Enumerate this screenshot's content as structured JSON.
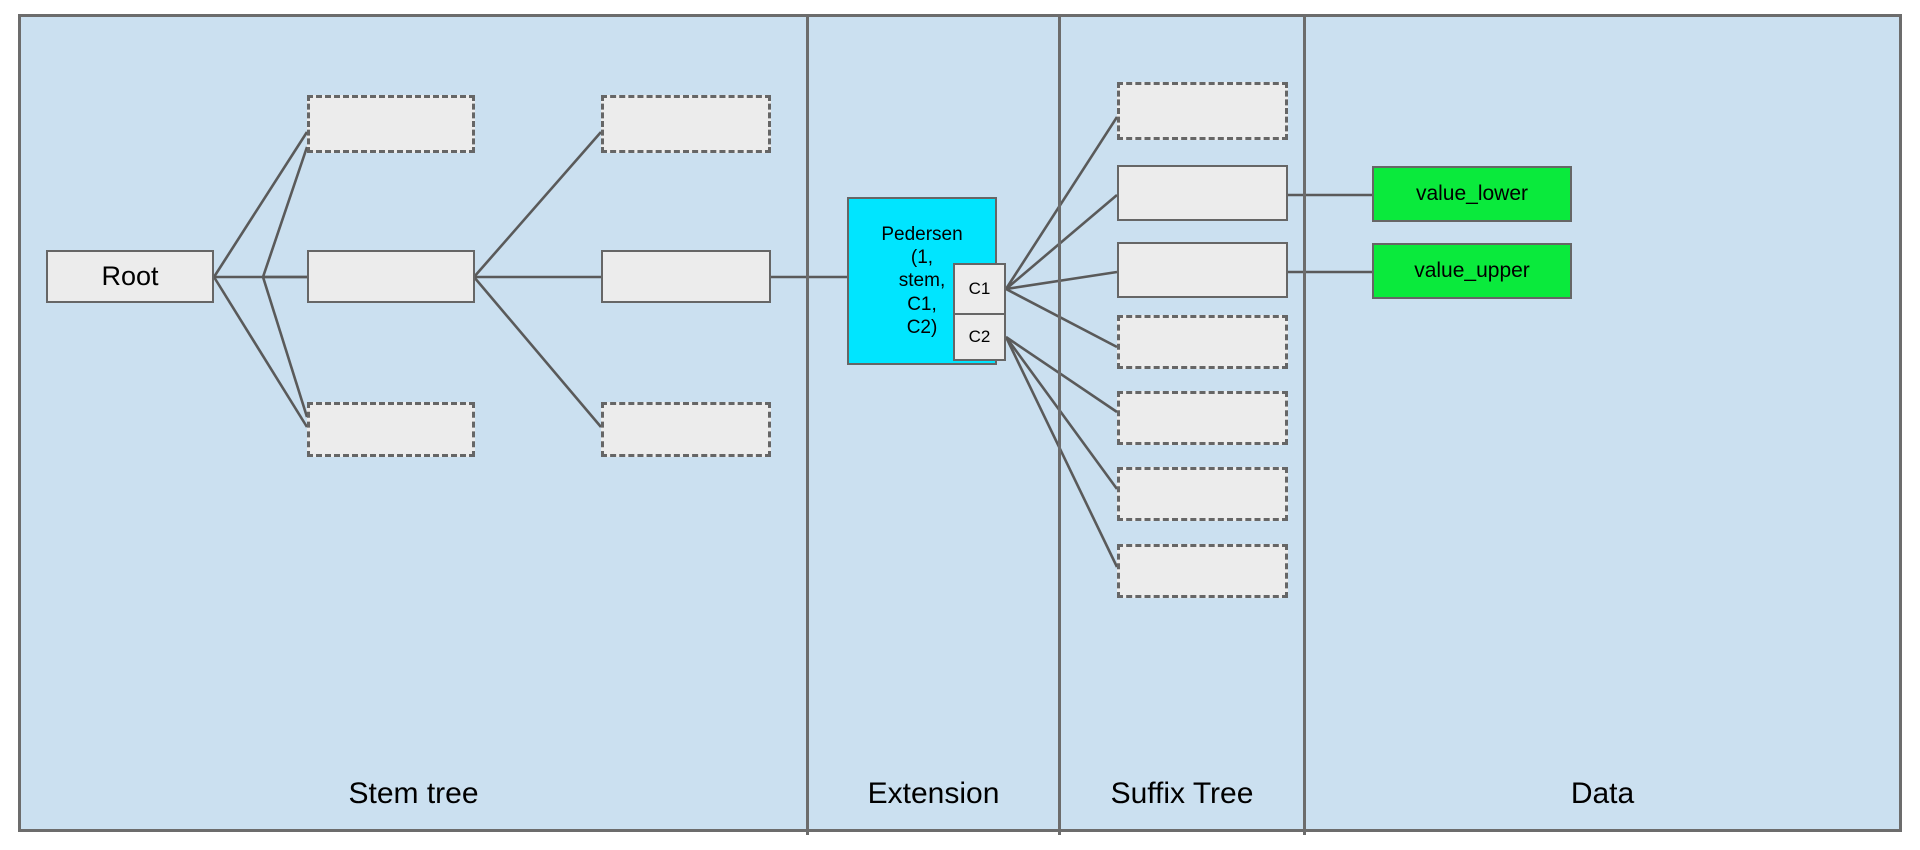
{
  "diagram": {
    "title": "Verkle / stem-suffix tree structure",
    "background_color": "#cbe0f0",
    "node_fill": "#ececec",
    "node_stroke": "#666666",
    "pedersen_color": "#00e5ff",
    "data_color": "#0aea3c"
  },
  "lanes": [
    {
      "id": "stem-tree",
      "label": "Stem tree"
    },
    {
      "id": "extension",
      "label": "Extension"
    },
    {
      "id": "suffix-tree",
      "label": "Suffix Tree"
    },
    {
      "id": "data",
      "label": "Data"
    }
  ],
  "stem_tree": {
    "root": {
      "label": "Root"
    },
    "nodes": [
      {
        "id": "l1-top",
        "label": "",
        "style": "dashed"
      },
      {
        "id": "l1-mid",
        "label": "",
        "style": "solid"
      },
      {
        "id": "l1-bottom",
        "label": "",
        "style": "dashed"
      },
      {
        "id": "l2-top",
        "label": "",
        "style": "dashed"
      },
      {
        "id": "l2-mid",
        "label": "",
        "style": "solid"
      },
      {
        "id": "l2-bottom",
        "label": "",
        "style": "dashed"
      }
    ]
  },
  "extension": {
    "pedersen": {
      "label": "Pedersen\n(1,\nstem,\nC1,\nC2)",
      "lines": [
        "Pedersen",
        "(1,",
        "stem,",
        "C1,",
        "C2)"
      ]
    },
    "commitments": [
      {
        "id": "c1",
        "label": "C1"
      },
      {
        "id": "c2",
        "label": "C2"
      }
    ]
  },
  "suffix_tree": {
    "nodes": [
      {
        "id": "s1",
        "label": "",
        "style": "dashed",
        "parent": "c1"
      },
      {
        "id": "s2",
        "label": "",
        "style": "solid",
        "parent": "c1"
      },
      {
        "id": "s3",
        "label": "",
        "style": "solid",
        "parent": "c1"
      },
      {
        "id": "s4",
        "label": "",
        "style": "dashed",
        "parent": "c1"
      },
      {
        "id": "s5",
        "label": "",
        "style": "dashed",
        "parent": "c2"
      },
      {
        "id": "s6",
        "label": "",
        "style": "dashed",
        "parent": "c2"
      },
      {
        "id": "s7",
        "label": "",
        "style": "dashed",
        "parent": "c2"
      }
    ]
  },
  "data": {
    "nodes": [
      {
        "id": "value-lower",
        "label": "value_lower"
      },
      {
        "id": "value-upper",
        "label": "value_upper"
      }
    ]
  }
}
